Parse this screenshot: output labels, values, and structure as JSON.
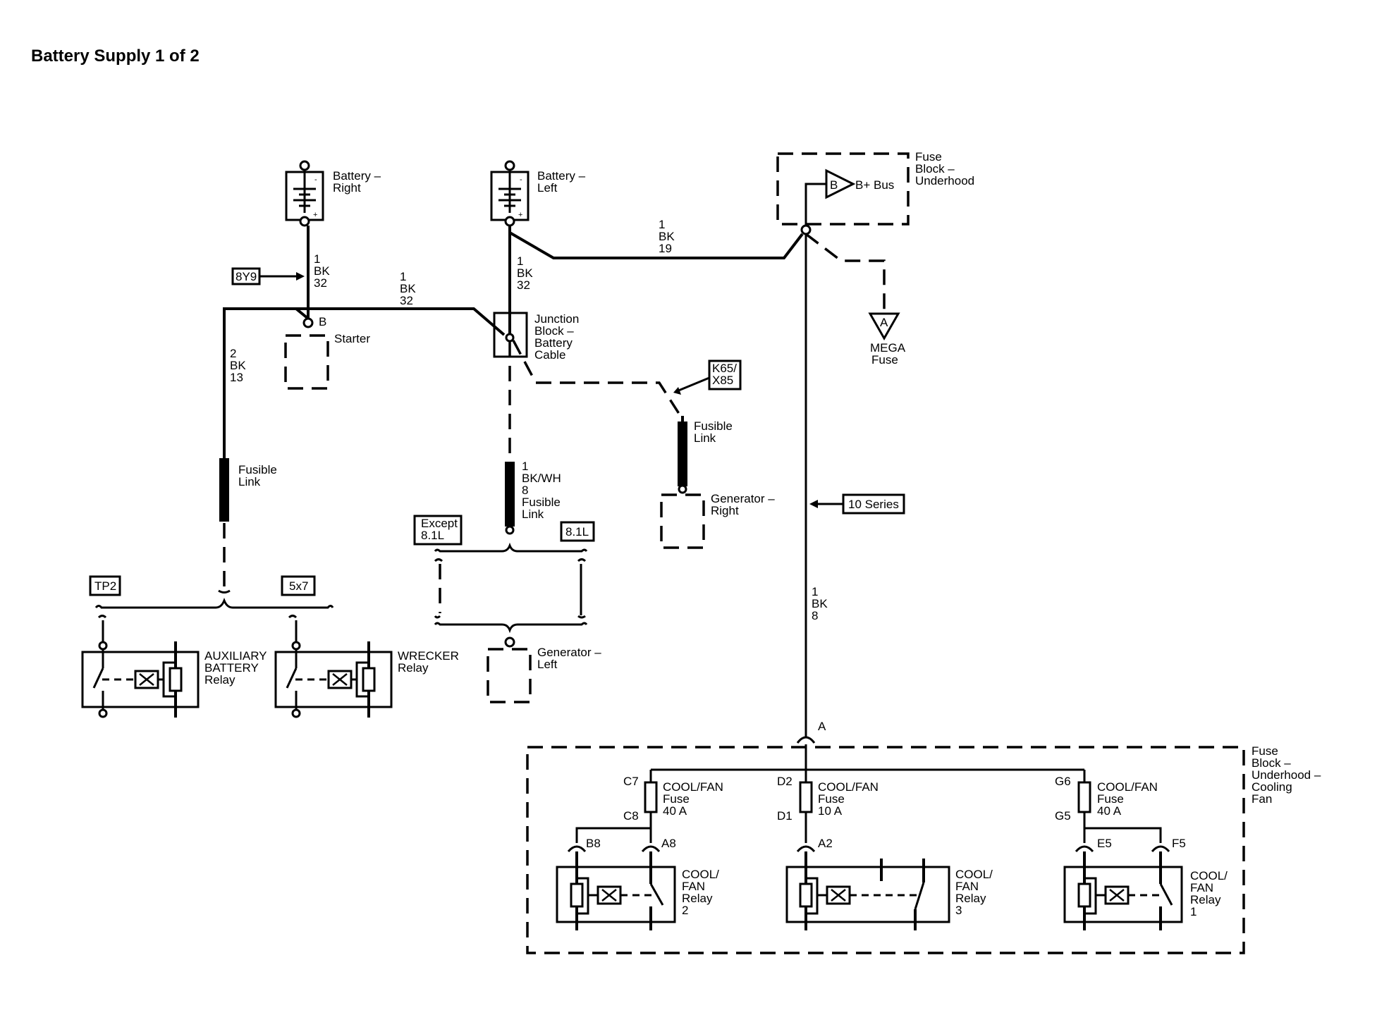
{
  "title": "Battery Supply 1 of 2",
  "components": {
    "battery_right": [
      "Battery –",
      "Right"
    ],
    "battery_left": [
      "Battery –",
      "Left"
    ],
    "fuse_block_underhood": [
      "Fuse",
      "Block –",
      "Underhood"
    ],
    "bplus_bus_letter": "B",
    "bplus_bus": "B+ Bus",
    "mega_fuse_letter": "A",
    "mega_fuse": [
      "MEGA",
      "Fuse"
    ],
    "starter": "Starter",
    "starter_terminal": "B",
    "junction_block": [
      "Junction",
      "Block –",
      "Battery",
      "Cable"
    ],
    "fusible_link_left": [
      "Fusible",
      "Link"
    ],
    "fusible_link_right": [
      "Fusible",
      "Link"
    ],
    "generator_right": [
      "Generator –",
      "Right"
    ],
    "generator_left": [
      "Generator –",
      "Left"
    ],
    "aux_battery_relay": [
      "AUXILIARY",
      "BATTERY",
      "Relay"
    ],
    "wrecker_relay": [
      "WRECKER",
      "Relay"
    ],
    "fuse_block_cooling": [
      "Fuse",
      "Block –",
      "Underhood –",
      "Cooling",
      "Fan"
    ],
    "cool_fan_relay_2": [
      "COOL/",
      "FAN",
      "Relay",
      "2"
    ],
    "cool_fan_relay_3": [
      "COOL/",
      "FAN",
      "Relay",
      "3"
    ],
    "cool_fan_relay_1": [
      "COOL/",
      "FAN",
      "Relay",
      "1"
    ],
    "fuse_c7": [
      "COOL/FAN",
      "Fuse",
      "40 A"
    ],
    "fuse_d2": [
      "COOL/FAN",
      "Fuse",
      "10 A"
    ],
    "fuse_g6": [
      "COOL/FAN",
      "Fuse",
      "40 A"
    ]
  },
  "option_tags": {
    "8y9": "8Y9",
    "k65_x85": [
      "K65/",
      "X85"
    ],
    "ten_series": "10 Series",
    "except_81l": [
      "Except",
      "8.1L"
    ],
    "l81": "8.1L",
    "tp2": "TP2",
    "x5x7": "5x7"
  },
  "wires": {
    "bat_right": [
      "1",
      "BK",
      "32"
    ],
    "starter_jb": [
      "1",
      "BK",
      "32"
    ],
    "bat_left": [
      "1",
      "BK",
      "32"
    ],
    "left_to_fuse": [
      "1",
      "BK",
      "19"
    ],
    "starter_fusible": [
      "2",
      "BK",
      "13"
    ],
    "jb_fusible": [
      "1",
      "BK/WH",
      "8",
      "Fusible",
      "Link"
    ],
    "main_bus": [
      "1",
      "BK",
      "8"
    ]
  },
  "pins": {
    "a_in": "A",
    "c7": "C7",
    "c8": "C8",
    "b8": "B8",
    "a8": "A8",
    "d2": "D2",
    "d1": "D1",
    "a2": "A2",
    "g6": "G6",
    "g5": "G5",
    "e5": "E5",
    "f5": "F5"
  }
}
